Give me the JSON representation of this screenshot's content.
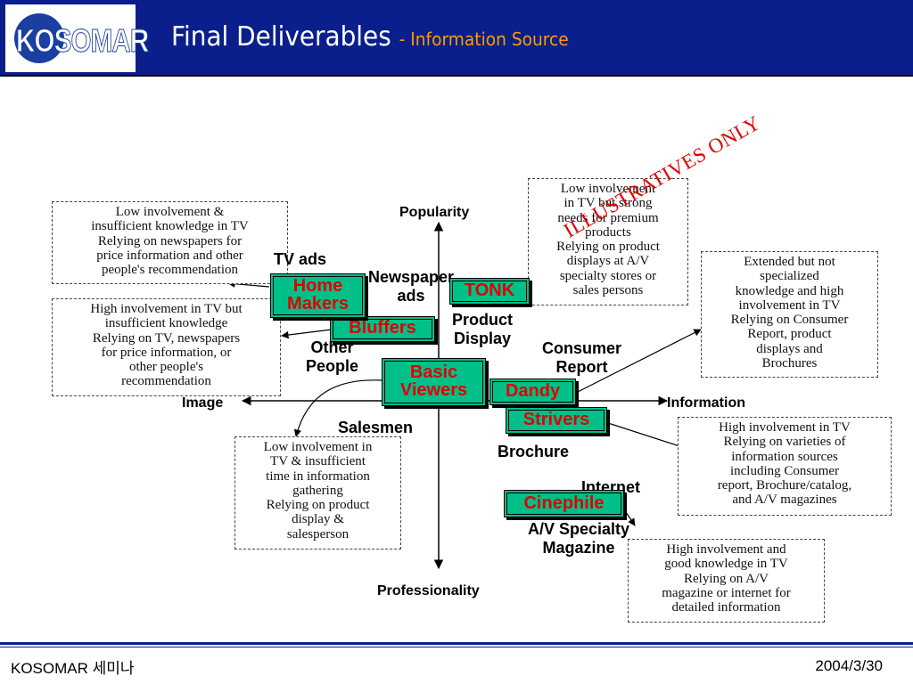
{
  "header": {
    "logo_text": "KOSOMAR",
    "title": "Final Deliverables",
    "subtitle": "- Information Source"
  },
  "footer": {
    "left": "KOSOMAR 세미나",
    "right": "2004/3/30"
  },
  "axes": {
    "top": "Popularity",
    "bottom": "Professionality",
    "left": "Image",
    "right": "Information"
  },
  "sources": {
    "tv_ads": "TV ads",
    "newspaper_ads": [
      "Newspaper",
      "ads"
    ],
    "other_people": [
      "Other",
      "People"
    ],
    "product_display": [
      "Product",
      "Display"
    ],
    "consumer_report": [
      "Consumer",
      "Report"
    ],
    "salesmen": "Salesmen",
    "brochure": "Brochure",
    "internet": "Internet",
    "av_magazine": [
      "A/V Specialty",
      "Magazine"
    ]
  },
  "segments": {
    "home_makers": [
      "Home",
      "Makers"
    ],
    "bluffers": "Bluffers",
    "tonk": "TONK",
    "basic_viewers": [
      "Basic",
      "Viewers"
    ],
    "dandy": "Dandy",
    "strivers": "Strivers",
    "cinephile": "Cinephile"
  },
  "notes": {
    "home_makers": [
      "Low involvement &",
      "insufficient knowledge in TV",
      "Relying on newspapers for",
      "price information and other",
      "people's recommendation"
    ],
    "bluffers": [
      "High involvement in TV but",
      "insufficient knowledge",
      "Relying on TV, newspapers",
      "for price information, or",
      "other people's",
      "recommendation"
    ],
    "basic_viewers": [
      "Low involvement in",
      "TV & insufficient",
      "time in information",
      "gathering",
      "Relying on product",
      "display &",
      "salesperson"
    ],
    "tonk": [
      "Low involvement",
      "in TV but strong",
      "needs for premium",
      "products",
      "Relying on product",
      "displays at A/V",
      "specialty stores or",
      "sales persons"
    ],
    "dandy": [
      "Extended but not",
      "specialized",
      "knowledge and high",
      "involvement in TV",
      "Relying on Consumer",
      "Report, product",
      "displays and",
      "Brochures"
    ],
    "strivers": [
      "High involvement in TV",
      "Relying on varieties of",
      "information sources",
      "including Consumer",
      "report, Brochure/catalog,",
      "and A/V magazines"
    ],
    "cinephile": [
      "High involvement and",
      "good knowledge in TV",
      "Relying on A/V",
      "magazine or internet for",
      "detailed information"
    ]
  },
  "stamp": "ILLUSTRATIVES ONLY",
  "colors": {
    "header_bg": "#0a1f8c",
    "subtitle": "#ff9900",
    "segment_fill": "#00c08a",
    "segment_text": "#e00000"
  }
}
